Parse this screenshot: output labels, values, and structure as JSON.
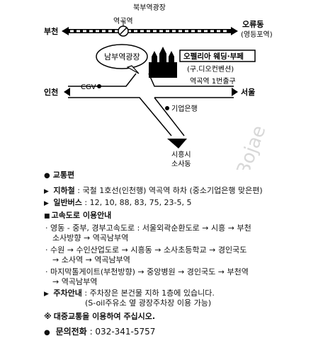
{
  "map": {
    "north_plaza": "북부역광장",
    "station": "역곡역",
    "west_rail": "부천",
    "east_rail_1": "오류동",
    "east_rail_2": "(영등포역)",
    "south_plaza": "남부역광장",
    "venue_name": "오펠리아 웨딩·부페",
    "venue_sub": "(구.디오컨벤션)",
    "exit": "역곡역 1번출구",
    "cgv": "CGV",
    "west_road": "인천",
    "east_road": "서울",
    "bank": "기업은행",
    "south_1": "시흥시",
    "south_2": "소사동"
  },
  "info": {
    "traffic_title": "교통편",
    "subway_label": "지하철",
    "subway_text": ": 국철 1호선(인천행) 역곡역 하차 (중소기업은행 맞은편)",
    "bus_label": "일반버스",
    "bus_text": ": 12, 10, 88, 83, 75, 23-5, 5",
    "highway_title": "고속도로 이용안내",
    "route1a": "· 영동 - 중부, 경부고속도로 : 서울외곽순환도로 → 시흥 → 부천",
    "route1b": "소사방향 → 역곡남부역",
    "route2a": "· 수원 → 수인산업도로 → 시흥동 → 소사초등학교 → 경인국도",
    "route2b": "→ 소사역 → 역곡남부역",
    "route3a": "· 마지막톨게이트(부천방향) → 중앙병원 → 경인국도 → 부천역",
    "route3b": "→ 역곡남부역",
    "parking_label": "주차안내",
    "parking_text": ": 주차장은 본건물 지하 1층에 있습니다.",
    "parking_text2": "(S-oil주유소 옆 광장주차장 이용 가능)",
    "note": "대중교통을 이용하여 주십시오.",
    "contact_label": "문의전화",
    "contact_text": ": 032-341-5757"
  },
  "watermark": "Bojae"
}
